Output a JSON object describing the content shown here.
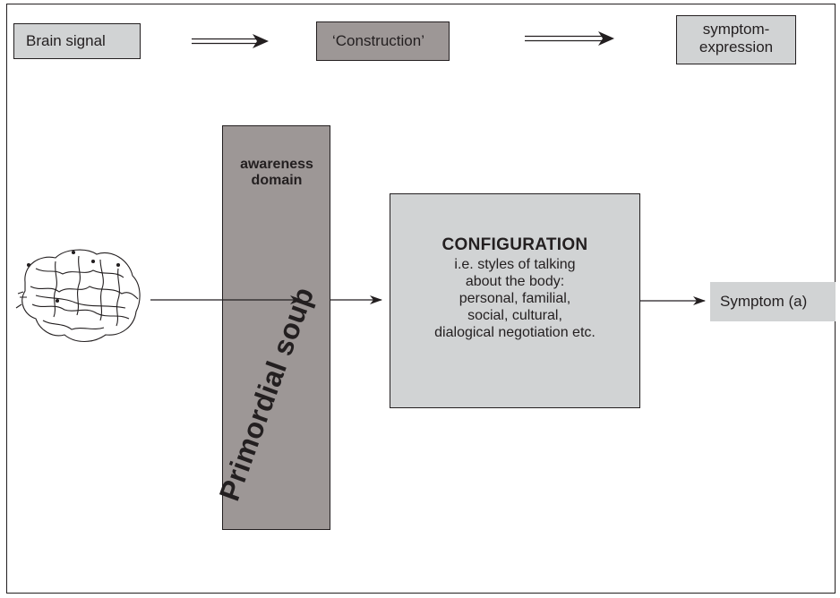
{
  "flow": {
    "step1": "Brain signal",
    "step2": "‘Construction’",
    "step3_line1": "symptom-",
    "step3_line2": "expression"
  },
  "column": {
    "awareness_line1": "awareness",
    "awareness_line2": "domain",
    "soup_label": "Primordial soup"
  },
  "configuration": {
    "title": "CONFIGURATION",
    "lines": [
      "i.e. styles of talking",
      "about the body:",
      "personal, familial,",
      "social, cultural,",
      "dialogical negotiation etc."
    ]
  },
  "output": {
    "symptom": "Symptom (a)"
  },
  "icons": {
    "brain": "brain-sketch-icon"
  },
  "colors": {
    "light_box": "#d1d3d4",
    "dark_box": "#9d9796",
    "ink": "#231f20"
  }
}
